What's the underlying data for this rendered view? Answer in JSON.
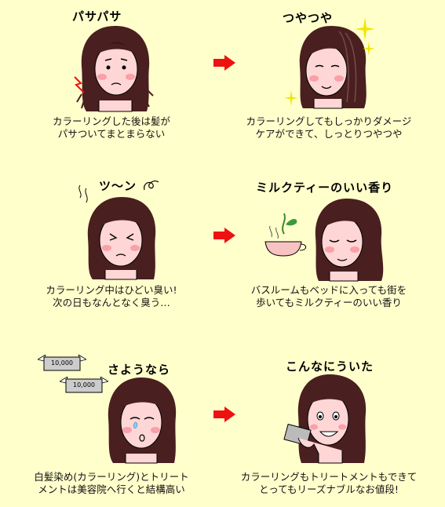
{
  "colors": {
    "background": "#FFFFCC",
    "hair": "#4A1F1F",
    "skin": "#FFD6D6",
    "cheek": "#F9A0A8",
    "arrow": "#EE1111",
    "sparkle": "#F2E600"
  },
  "rows": [
    {
      "before": {
        "title": "パサパサ",
        "caption": [
          "カラーリングした後は髪が",
          "パサついてまとまらない"
        ]
      },
      "after": {
        "title": "つやつや",
        "caption": [
          "カラーリングしてもしっかりダメージ",
          "ケアができて、しっとりつやつや"
        ]
      }
    },
    {
      "before": {
        "title": "ツ〜ン",
        "caption": [
          "カラーリング中はひどい臭い!",
          "次の日もなんとなく臭う…"
        ]
      },
      "after": {
        "title": "ミルクティーのいい香り",
        "caption": [
          "バスルームもベッドに入っても街を",
          "歩いてもミルクティーのいい香り"
        ]
      }
    },
    {
      "before": {
        "title": "さようなら",
        "caption": [
          "白髪染め(カラーリング)とトリート",
          "メントは美容院へ行くと結構高い"
        ],
        "bill_text": "10,000"
      },
      "after": {
        "title": "こんなにういた",
        "caption": [
          "カラーリングもトリートメントもできて",
          "とってもリーズナブルなお値段!"
        ]
      }
    }
  ]
}
